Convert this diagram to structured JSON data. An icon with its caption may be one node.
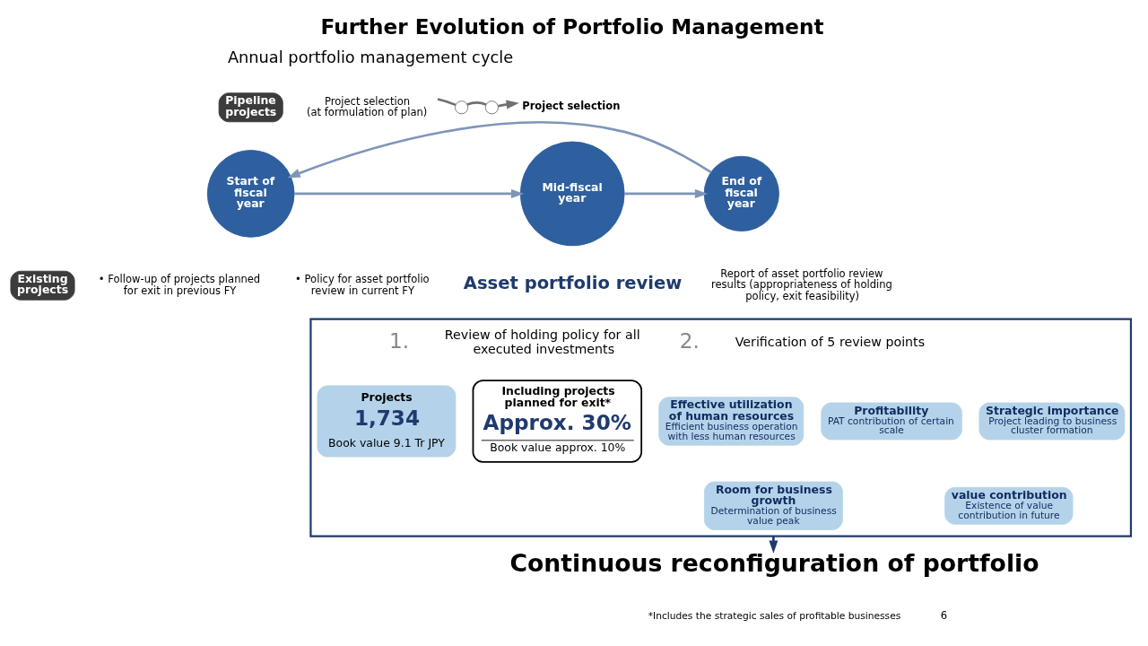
{
  "diagram": {
    "title": "Further Evolution of Portfolio Management",
    "nodes": [
      {
        "text": [
          "Pipeline projects"
        ]
      },
      {
        "text": [
          "Existing projects"
        ]
      },
      {
        "text": [
          "Project selection",
          "(at formulation of plan)"
        ]
      },
      {
        "text": [],
        "shape": "circle"
      },
      {
        "text": [],
        "shape": "circle"
      },
      {
        "text": [
          "Project selection"
        ]
      },
      {
        "text": [
          "Start of fiscal year"
        ]
      },
      {
        "text": [
          "Mid-fiscal year"
        ]
      },
      {
        "text": [
          "End of fiscal year"
        ]
      },
      {
        "text": [
          "Asset portfolio review"
        ]
      },
      {
        "text": [],
        "shape": "box"
      },
      {
        "text": [
          "Projects",
          "1,734",
          "Book value 9.1 Tr JPY"
        ],
        "in": 10
      },
      {
        "text": [
          "Including projects planned for exit*",
          "Approx. 30%",
          "Book value approx. 10%"
        ],
        "in": 10
      },
      {
        "text": [
          "Effective utilization of human resources",
          "Efficient business operation with less human resources"
        ],
        "in": 10
      },
      {
        "text": [
          "Profitability",
          "PAT contribution of certain scale"
        ],
        "in": 10
      },
      {
        "text": [
          "Strategic importance",
          "Project leading to business cluster formation"
        ],
        "in": 10
      },
      {
        "text": [
          "Room for business growth",
          "Determination of business value peak"
        ],
        "in": 10
      },
      {
        "text": [
          "value contribution",
          "Existence of value contribution in future"
        ],
        "in": 10
      },
      {
        "text": [
          "Continuous reconfiguration of portfolio"
        ]
      }
    ],
    "edges": [
      {
        "from": 2,
        "to": 3,
        "arrow": "none",
        "color": "#707070"
      },
      {
        "from": 3,
        "to": 4,
        "arrow": "none",
        "color": "#707070"
      },
      {
        "from": 4,
        "to": 5,
        "arrow": "to",
        "color": "#707070"
      },
      {
        "from": 6,
        "to": 7,
        "arrow": "to"
      },
      {
        "from": 7,
        "to": 8,
        "arrow": "to"
      },
      {
        "from": 8,
        "to": 6,
        "arrow": "to"
      },
      {
        "from": 10,
        "to": 18,
        "arrow": "to",
        "color": "#1f3a6e"
      }
    ],
    "labels": [
      "Annual portfolio management cycle",
      "• Follow-up of projects planned for exit in previous FY",
      "• Policy for asset portfolio review in current FY",
      "Report of asset portfolio review results (appropriateness of holding policy, exit feasibility)",
      "1.",
      "Review of holding policy for all executed investments",
      "2.",
      "Verification of 5 review points",
      "*Includes the strategic sales of profitable businesses",
      "6"
    ]
  }
}
